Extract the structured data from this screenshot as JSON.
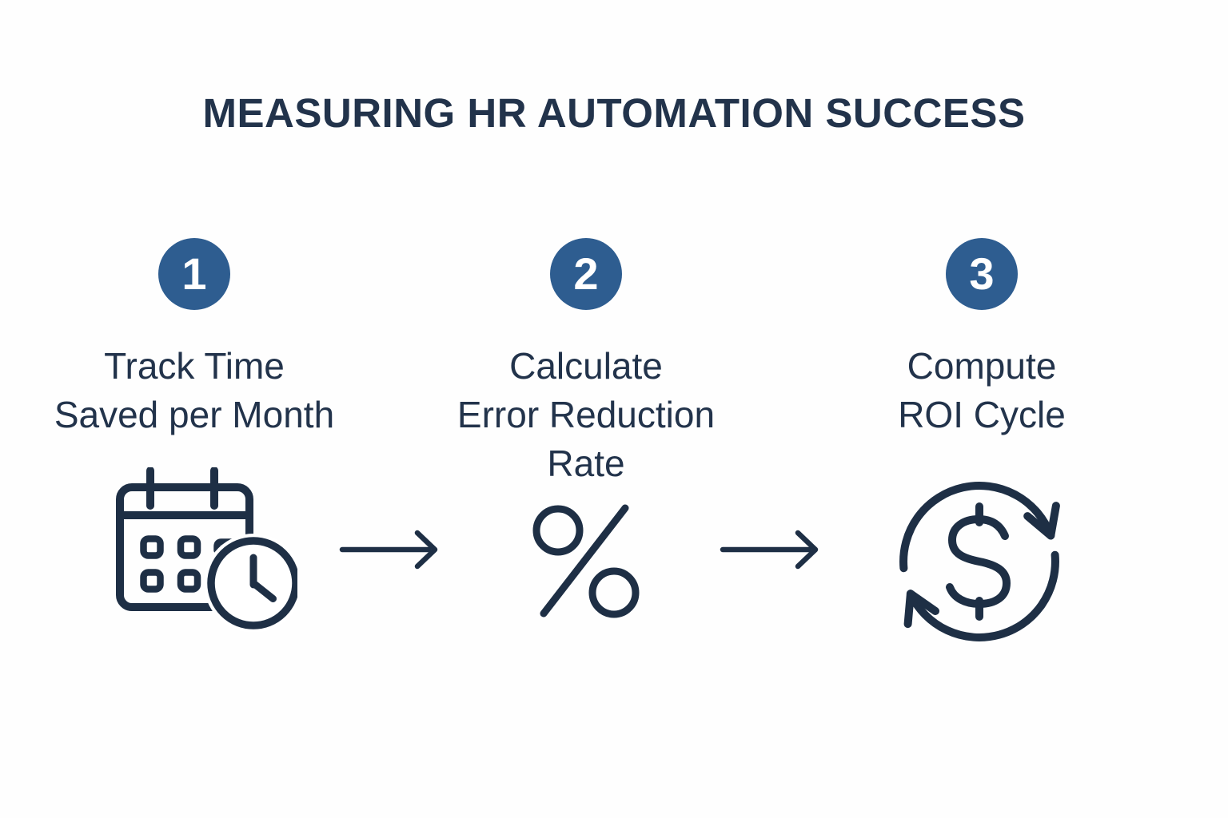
{
  "title": "MEASURING HR AUTOMATION SUCCESS",
  "colors": {
    "bg": "#fefefe",
    "ink": "#22334b",
    "accent": "#2e5d90",
    "badge_text": "#ffffff",
    "stroke": "#1e2f45"
  },
  "steps": [
    {
      "number": "1",
      "label": "Track Time\nSaved per Month",
      "icon": "calendar-clock-icon"
    },
    {
      "number": "2",
      "label": "Calculate\nError Reduction\nRate",
      "icon": "percent-icon"
    },
    {
      "number": "3",
      "label": "Compute\nROI Cycle",
      "icon": "dollar-cycle-icon"
    }
  ],
  "connectors": [
    {
      "icon": "arrow-right-icon"
    },
    {
      "icon": "arrow-right-icon"
    }
  ]
}
